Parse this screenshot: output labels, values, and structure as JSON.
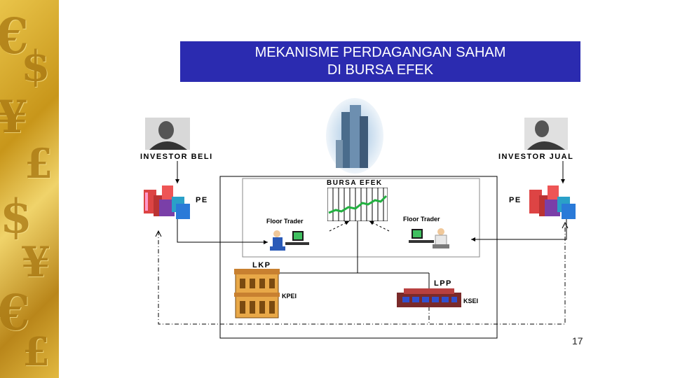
{
  "title": {
    "line1": "MEKANISME PERDAGANGAN SAHAM",
    "line2": "DI BURSA EFEK"
  },
  "labels": {
    "investor_beli": "INVESTOR BELI",
    "investor_jual": "INVESTOR JUAL",
    "pe_left": "PE",
    "pe_right": "PE",
    "bursa_efek": "BURSA EFEK",
    "floor_trader_left": "Floor Trader",
    "floor_trader_right": "Floor Trader",
    "lkp": "LKP",
    "lpp": "LPP",
    "kpei": "KPEI",
    "ksei": "KSEI"
  },
  "slide_number": "17",
  "colors": {
    "title_bg": "#2b2bb0",
    "sidebar": "#d4a52a"
  },
  "icons": [
    "person-photo",
    "office-building-icon",
    "skyscraper-photo",
    "stock-chart-icon",
    "trader-at-computer-icon",
    "bank-building-icon",
    "warehouse-building-icon"
  ]
}
